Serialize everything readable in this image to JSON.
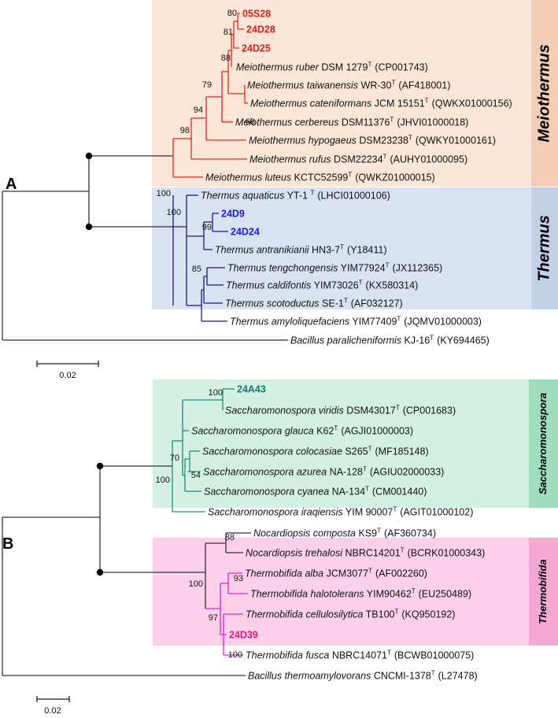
{
  "colors": {
    "meiothermus_bg": "#FBE5D6",
    "meiothermus_band": "#F3CDB6",
    "meiothermus_line": "#E8251F",
    "meiothermus_isolate": "#D32019",
    "thermus_bg": "#D9E2F1",
    "thermus_band": "#C3D1E7",
    "thermus_line": "#161C8C",
    "thermus_isolate": "#1A1AF0",
    "saccharomonospora_bg": "#D4F0E3",
    "saccharomonospora_band": "#9FDDBE",
    "saccharomonospora_line": "#1E8C80",
    "saccharomonospora_isolate": "#167A6E",
    "thermobifida_bg": "#FBD0E8",
    "thermobifida_band": "#F4A8D2",
    "thermobifida_line": "#E51BE5",
    "thermobifida_isolate": "#E0187A",
    "default_line": "#333333"
  },
  "panels": [
    {
      "label": "A",
      "groups": [
        {
          "name": "Meiothermus",
          "key": "meiothermus"
        },
        {
          "name": "Thermus",
          "key": "thermus"
        }
      ],
      "bootstraps": [
        "80",
        "81",
        "88",
        "79",
        "68",
        "94",
        "98",
        "100",
        "99",
        "100",
        "85"
      ],
      "taxa": [
        {
          "isolate": "05S28",
          "group": "meiothermus"
        },
        {
          "isolate": "24D28",
          "group": "meiothermus"
        },
        {
          "isolate": "24D25",
          "group": "meiothermus"
        },
        {
          "genus": "Meiothermus",
          "epithet": "ruber",
          "strain": "DSM 1279",
          "accession": "(CP001743)"
        },
        {
          "genus": "Meiothermus",
          "epithet": "taiwanensis",
          "strain": "WR-30",
          "accession": "(AF418001)"
        },
        {
          "genus": "Meiothermus",
          "epithet": "cateniformans",
          "strain": "JCM 15151",
          "accession": "(QWKX01000156)"
        },
        {
          "genus": "Meiothermus",
          "epithet": "cerbereus",
          "strain": "DSM11376",
          "accession": "(JHVI01000018)"
        },
        {
          "genus": "Meiothermus",
          "epithet": "hypogaeus",
          "strain": "DSM23238",
          "accession": "(QWKY01000161)"
        },
        {
          "genus": "Meiothermus",
          "epithet": "rufus",
          "strain": "DSM22234",
          "accession": "(AUHY01000095)"
        },
        {
          "genus": "Meiothermus",
          "epithet": "luteus",
          "strain": "KCTC52599",
          "accession": "(QWKZ01000015)"
        },
        {
          "genus": "Thermus",
          "epithet": "aquaticus",
          "strain": "YT-1 ",
          "accession": "(LHCI01000106)"
        },
        {
          "isolate": "24D9",
          "group": "thermus"
        },
        {
          "isolate": "24D24",
          "group": "thermus"
        },
        {
          "genus": "Thermus",
          "epithet": "antranikianii",
          "strain": "HN3-7",
          "accession": "(Y18411)"
        },
        {
          "genus": "Thermus",
          "epithet": "tengchongensis",
          "strain": "YIM77924",
          "accession": "(JX112365)"
        },
        {
          "genus": "Thermus",
          "epithet": "caldifontis",
          "strain": "YIM73026",
          "accession": "(KX580314)"
        },
        {
          "genus": "Thermus",
          "epithet": "scotoductus",
          "strain": "SE-1",
          "accession": "(AF032127)"
        },
        {
          "genus": "Thermus",
          "epithet": "amyloliquefaciens",
          "strain": "YIM77409",
          "accession": "(JQMV01000003)"
        },
        {
          "genus": "Bacillus",
          "epithet": "paralicheniformis",
          "strain": "KJ-16",
          "accession": "(KY694465)"
        }
      ],
      "scale_label": "0.02"
    },
    {
      "label": "B",
      "groups": [
        {
          "name": "Saccharomonospora",
          "key": "saccharomonospora"
        },
        {
          "name": "Thermobifida",
          "key": "thermobifida"
        }
      ],
      "bootstraps": [
        "100",
        "70",
        "54",
        "100",
        "88",
        "100",
        "93",
        "97",
        "100"
      ],
      "taxa": [
        {
          "isolate": "24A43",
          "group": "saccharomonospora"
        },
        {
          "genus": "Saccharomonospora",
          "epithet": "viridis",
          "strain": "DSM43017",
          "accession": "(CP001683)"
        },
        {
          "genus": "Saccharomonospora",
          "epithet": "glauca",
          "strain": "K62",
          "accession": "(AGJI01000003)"
        },
        {
          "genus": "Saccharomonospora",
          "epithet": "colocasiae",
          "strain": "S265",
          "accession": "(MF185148)"
        },
        {
          "genus": "Saccharomonospora",
          "epithet": "azurea",
          "strain": "NA-128",
          "accession": "(AGIU02000033)"
        },
        {
          "genus": "Saccharomonospora",
          "epithet": "cyanea",
          "strain": "NA-134",
          "accession": "(CM001440)"
        },
        {
          "genus": "Saccharomonospora",
          "epithet": "iraqiensis",
          "strain": " YIM 90007",
          "accession": "(AGIT01000102)"
        },
        {
          "genus": "Nocardiopsis",
          "epithet": "composta",
          "strain": "KS9",
          "accession": "(AF360734)"
        },
        {
          "genus": "Nocardiopsis",
          "epithet": "trehalosi",
          "strain": "NBRC14201",
          "accession": "(BCRK01000343)"
        },
        {
          "genus": "Thermobifida",
          "epithet": "alba",
          "strain": "JCM3077",
          "accession": "(AF002260)"
        },
        {
          "genus": "Thermobifida",
          "epithet": "halotolerans",
          "strain": "YIM90462",
          "accession": "(EU250489)"
        },
        {
          "genus": "Thermobifida",
          "epithet": "cellulosilytica",
          "strain": "TB100",
          "accession": "(KQ950192)"
        },
        {
          "isolate": "24D39",
          "group": "thermobifida"
        },
        {
          "genus": "Thermobifida",
          "epithet": "fusca",
          "strain": "NBRC14071",
          "accession": "(BCWB01000075)"
        },
        {
          "genus": "Bacillus",
          "epithet": "thermoamylovorans",
          "strain": "CNCMI-1378",
          "accession": "(L27478)"
        }
      ],
      "scale_label": "0.02"
    }
  ],
  "type_strain_marker": "T"
}
